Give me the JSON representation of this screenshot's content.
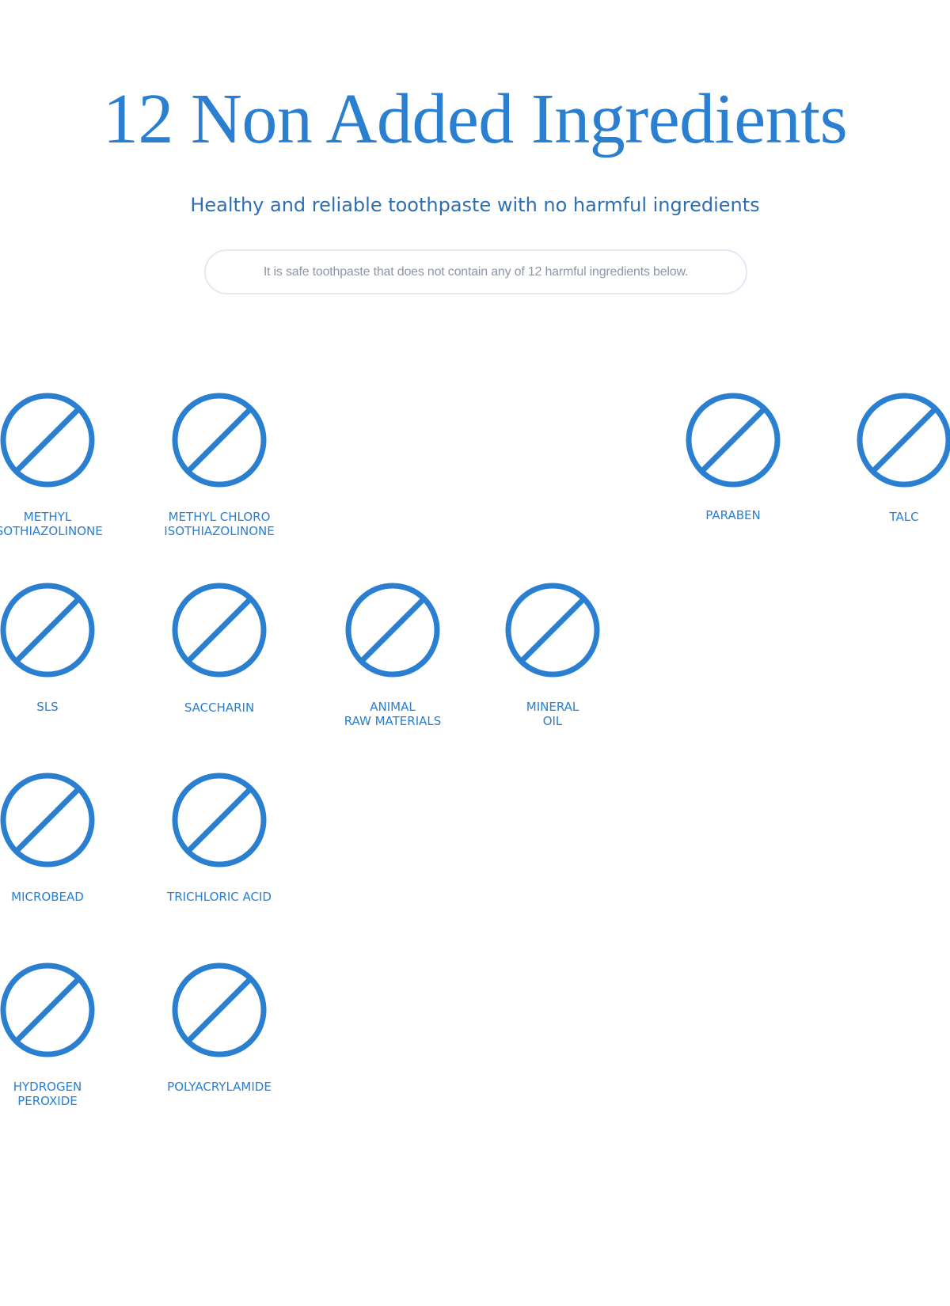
{
  "header": {
    "title": "12 Non Added Ingredients",
    "subtitle": "Healthy and reliable toothpaste with no harmful ingredients",
    "notice": "It is safe toothpaste that does not contain any of 12 harmful ingredients below."
  },
  "icon": {
    "name": "prohibited-icon",
    "color": "#2a7fd0"
  },
  "ingredients": [
    {
      "label": "METHYL\nISOTHIAZOLINONE"
    },
    {
      "label": "METHYL CHLORO\nISOTHIAZOLINONE"
    },
    {
      "label": "PARABEN"
    },
    {
      "label": "TALC"
    },
    {
      "label": "SLS"
    },
    {
      "label": "SACCHARIN"
    },
    {
      "label": "ANIMAL\nRAW MATERIALS"
    },
    {
      "label": "MINERAL\nOIL"
    },
    {
      "label": "MICROBEAD"
    },
    {
      "label": "TRICHLORIC ACID"
    },
    {
      "label": "HYDROGEN\nPEROXIDE"
    },
    {
      "label": "POLYACRYLAMIDE"
    }
  ]
}
